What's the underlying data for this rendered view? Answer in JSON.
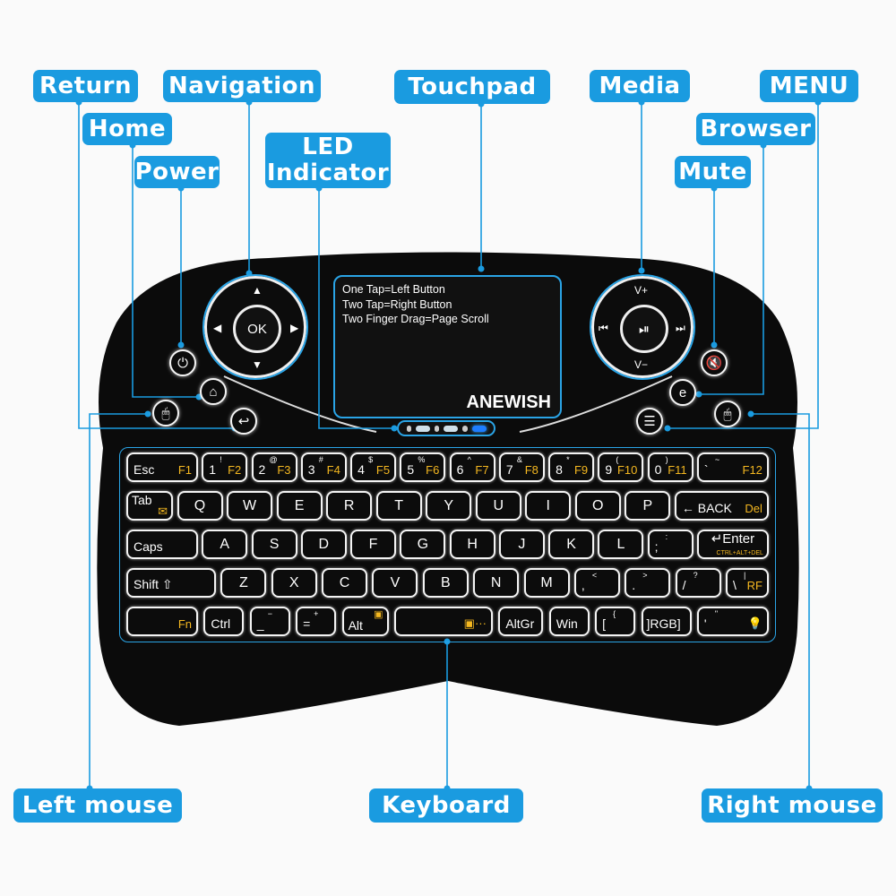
{
  "labels": {
    "return": "Return",
    "navigation": "Navigation",
    "touchpad": "Touchpad",
    "media": "Media",
    "menu": "MENU",
    "home": "Home",
    "browser": "Browser",
    "power": "Power",
    "mute": "Mute",
    "led_indicator": "LED Indicator",
    "left_mouse": "Left mouse",
    "keyboard": "Keyboard",
    "right_mouse": "Right mouse"
  },
  "touchpad": {
    "lines": [
      "One Tap=Left Button",
      "Two Tap=Right Button",
      "Two Finger Drag=Page Scroll"
    ],
    "brand": "ANEWISH"
  },
  "navigation_pad": {
    "center": "OK",
    "up": "▲",
    "down": "▼",
    "left": "◀",
    "right": "▶"
  },
  "media_pad": {
    "center": "⏯",
    "up": "V+",
    "down": "V−",
    "left": "⏮",
    "right": "⏭"
  },
  "colors": {
    "accent": "#1a9be0",
    "body": "#0c0c0c",
    "fn_text": "#f5b820"
  },
  "keyboard": {
    "rows": [
      [
        {
          "m": "Esc",
          "f": "F1"
        },
        {
          "m": "1",
          "s": "!",
          "f": "F2"
        },
        {
          "m": "2",
          "s": "@",
          "f": "F3"
        },
        {
          "m": "3",
          "s": "#",
          "f": "F4"
        },
        {
          "m": "4",
          "s": "$",
          "f": "F5"
        },
        {
          "m": "5",
          "s": "%",
          "f": "F6"
        },
        {
          "m": "6",
          "s": "^",
          "f": "F7"
        },
        {
          "m": "7",
          "s": "&",
          "f": "F8"
        },
        {
          "m": "8",
          "s": "*",
          "f": "F9"
        },
        {
          "m": "9",
          "s": "(",
          "f": "F10"
        },
        {
          "m": "0",
          "s": ")",
          "f": "F11"
        },
        {
          "m": "`",
          "s": "~",
          "f": "F12"
        }
      ],
      [
        {
          "m": "Tab",
          "f": "✉"
        },
        {
          "c": "Q"
        },
        {
          "c": "W"
        },
        {
          "c": "E"
        },
        {
          "c": "R"
        },
        {
          "c": "T"
        },
        {
          "c": "Y"
        },
        {
          "c": "U"
        },
        {
          "c": "I"
        },
        {
          "c": "O"
        },
        {
          "c": "P"
        },
        {
          "m": "← BACK",
          "f": "Del"
        }
      ],
      [
        {
          "m": "Caps"
        },
        {
          "c": "A"
        },
        {
          "c": "S"
        },
        {
          "c": "D"
        },
        {
          "c": "F"
        },
        {
          "c": "G"
        },
        {
          "c": "H"
        },
        {
          "c": "J"
        },
        {
          "c": "K"
        },
        {
          "c": "L"
        },
        {
          "m": ";",
          "s": ":"
        },
        {
          "c": "↵Enter",
          "f2": "CTRL+ALT+DEL"
        }
      ],
      [
        {
          "m": "Shift ⇧"
        },
        {
          "c": "Z"
        },
        {
          "c": "X"
        },
        {
          "c": "C"
        },
        {
          "c": "V"
        },
        {
          "c": "B"
        },
        {
          "c": "N"
        },
        {
          "c": "M"
        },
        {
          "m": ",",
          "s": "<"
        },
        {
          "m": ".",
          "s": ">"
        },
        {
          "m": "/",
          "s": "?"
        },
        {
          "m": "\\",
          "s": "|",
          "f": "RF"
        }
      ],
      [
        {
          "f": "Fn"
        },
        {
          "m": "Ctrl"
        },
        {
          "m": "_",
          "s": "−"
        },
        {
          "m": "=",
          "s": "+"
        },
        {
          "m": "Alt",
          "f": "▣"
        },
        {
          "f": "▣···"
        },
        {
          "m": "AltGr"
        },
        {
          "m": "Win"
        },
        {
          "m": "[",
          "s": "{"
        },
        {
          "m": "]RGB]"
        },
        {
          "m": "'",
          "s": "\"",
          "f": "💡"
        }
      ]
    ]
  }
}
